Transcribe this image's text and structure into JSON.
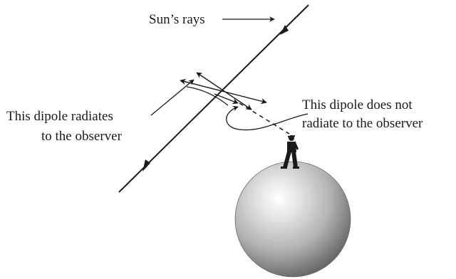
{
  "labels": {
    "sun_rays": "Sun’s rays",
    "left_line1": "This dipole radiates",
    "left_line2": "to the observer",
    "right_line1": "This dipole does not",
    "right_line2": "radiate to the observer"
  },
  "colors": {
    "ink": "#1a1a1a",
    "globe_light": "#ffffff",
    "globe_mid": "#bdbdbd",
    "globe_dark": "#4a4a4a"
  }
}
